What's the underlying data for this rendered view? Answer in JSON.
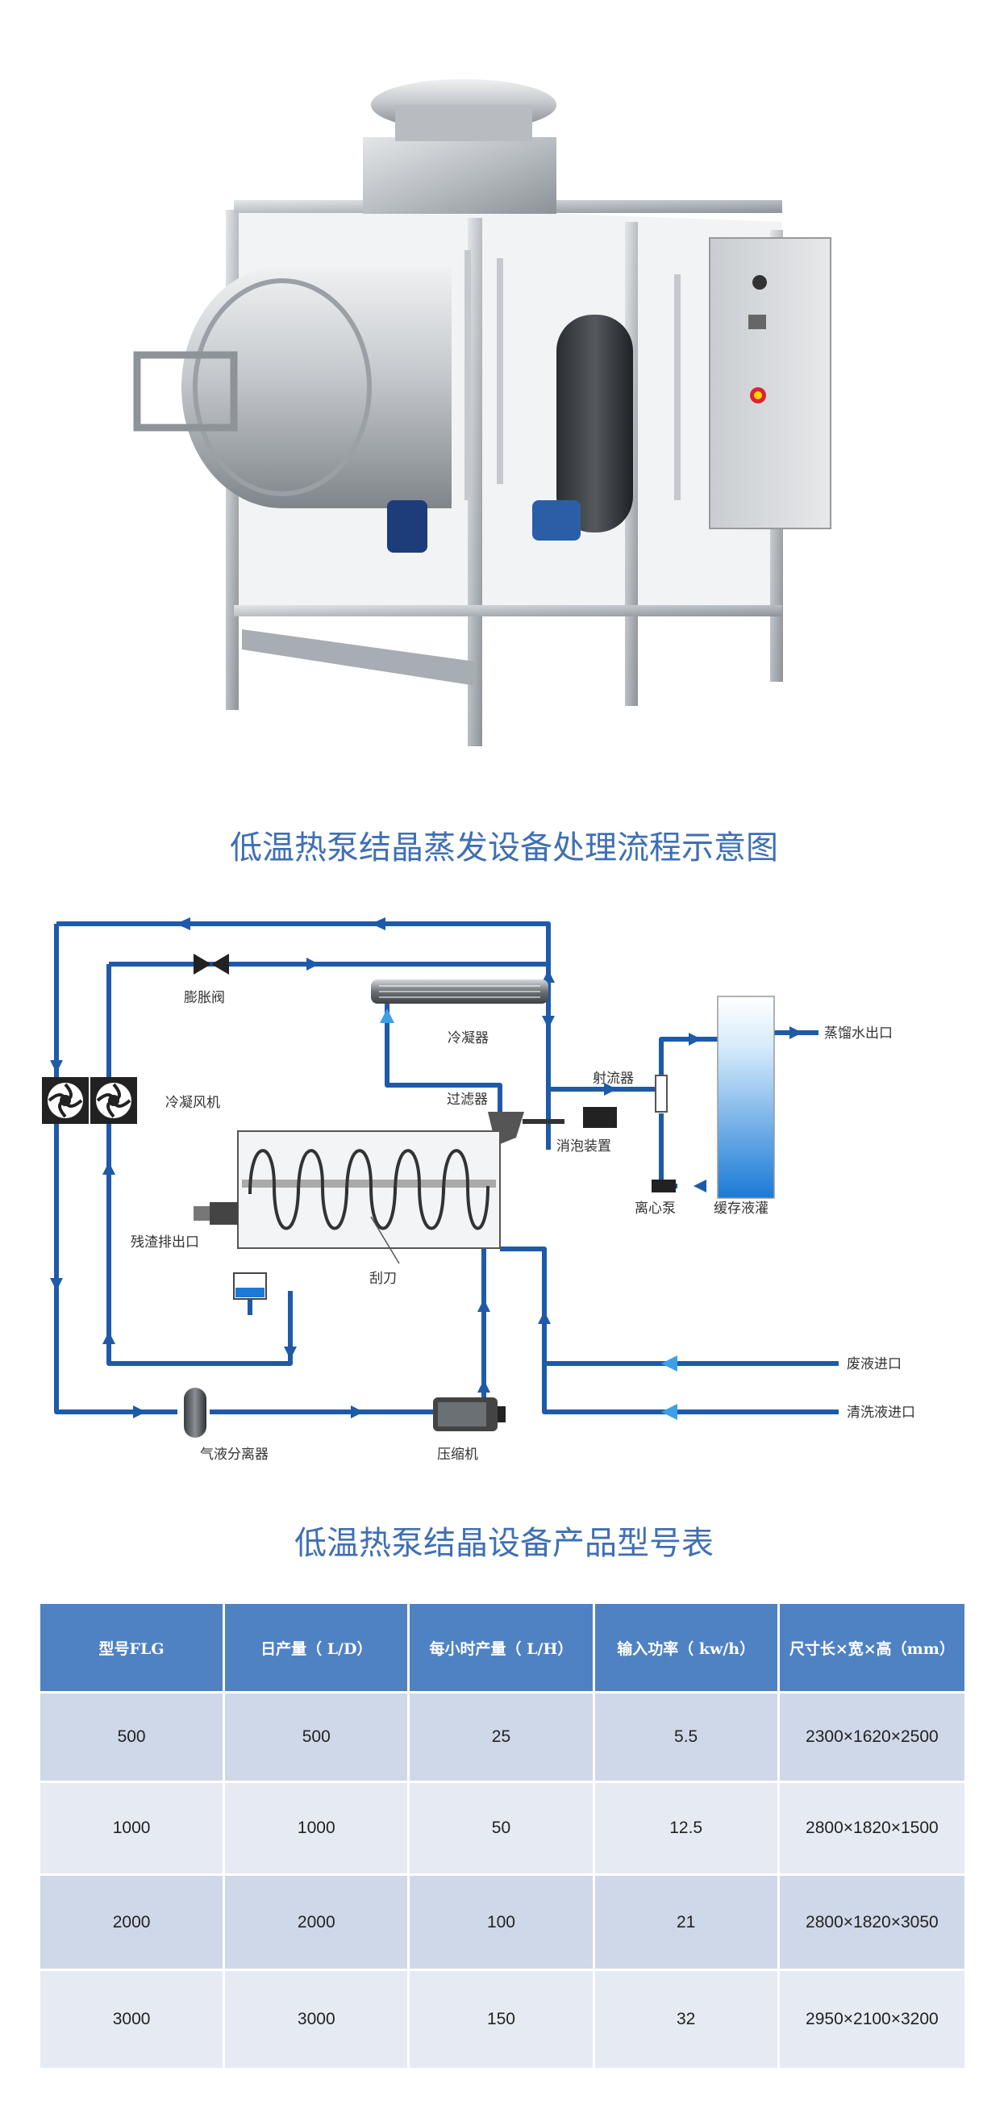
{
  "flow_title": "低温热泵结晶蒸发设备处理流程示意图",
  "diagram": {
    "labels": {
      "expansion_valve": "膨胀阀",
      "condenser": "冷凝器",
      "ejector": "射流器",
      "distillate_outlet": "蒸馏水出口",
      "filter": "过滤器",
      "defoamer": "消泡装置",
      "condensing_fan": "冷凝风机",
      "centrifugal_pump": "离心泵",
      "buffer_tank": "缓存液灌",
      "residue_outlet": "残渣排出口",
      "scraper": "刮刀",
      "waste_inlet": "废液进口",
      "cleaning_inlet": "清洗液进口",
      "separator": "气液分离器",
      "compressor": "压缩机"
    },
    "colors": {
      "pipe": "#1e5aa8",
      "arrow_light": "#3aa0e8"
    }
  },
  "table_title": "低温热泵结晶设备产品型号表",
  "table": {
    "headers": [
      "型号FLG",
      "日产量（ L/D）",
      "每小时产量（ L/H）",
      "输入功率（ kw/h）",
      "尺寸长×宽×高（mm）"
    ],
    "rows": [
      [
        "500",
        "500",
        "25",
        "5.5",
        "2300×1620×2500"
      ],
      [
        "1000",
        "1000",
        "50",
        "12.5",
        "2800×1820×1500"
      ],
      [
        "2000",
        "2000",
        "100",
        "21",
        "2800×1820×3050"
      ],
      [
        "3000",
        "3000",
        "150",
        "32",
        "2950×2100×3200"
      ]
    ]
  }
}
